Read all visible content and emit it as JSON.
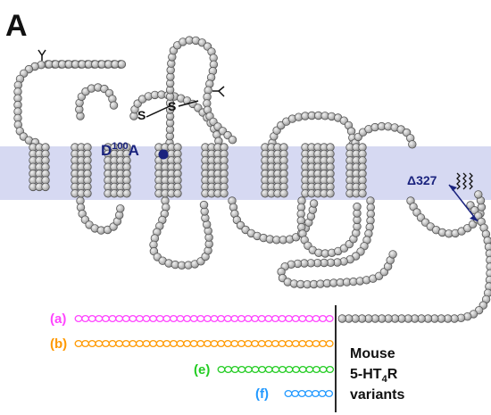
{
  "panel_label": "A",
  "mutation": {
    "residue": "D",
    "position": "100",
    "substitution": "A"
  },
  "disulfide": {
    "left": "S",
    "right": "S"
  },
  "glycosylation_symbol": "Y",
  "truncation_label": "Δ327",
  "variants": [
    {
      "tag": "(a)",
      "color": "#ff44ff"
    },
    {
      "tag": "(b)",
      "color": "#ff9900"
    },
    {
      "tag": "(e)",
      "color": "#22cc22"
    },
    {
      "tag": "(f)",
      "color": "#2299ff"
    }
  ],
  "legend": {
    "line1": "Mouse",
    "line2_prefix": "5-HT",
    "line2_sub": "4",
    "line2_suffix": "R",
    "line3": "variants"
  },
  "colors": {
    "membrane": "#d6d9f2",
    "bead_fill": "#bdbdbd",
    "bead_stroke": "#555555",
    "mutation_color": "#1a237e",
    "arrow_color": "#1a237e"
  }
}
